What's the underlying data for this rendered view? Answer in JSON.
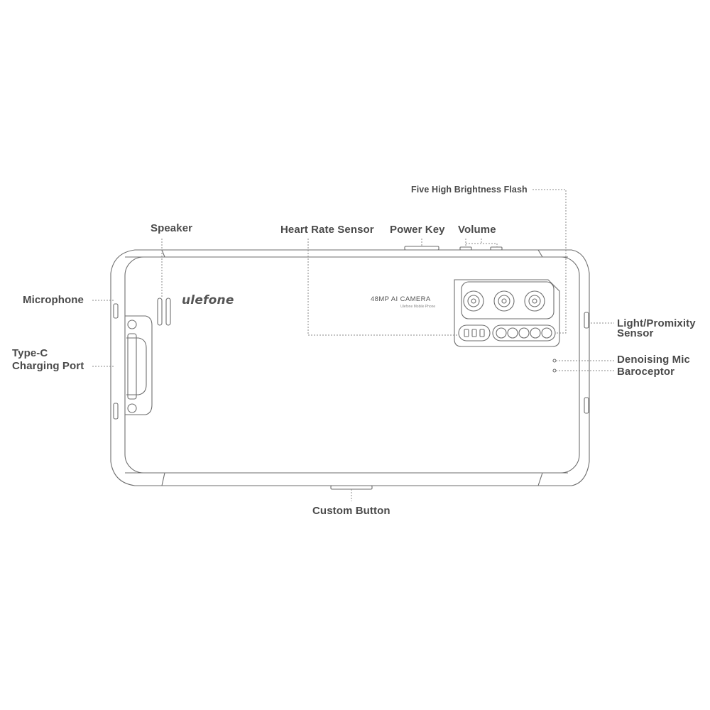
{
  "brand": "ulefone",
  "camera": {
    "title": "48MP AI CAMERA",
    "subtitle": "Ulefone Mobile Phone"
  },
  "labels": {
    "speaker": "Speaker",
    "heart_rate_sensor": "Heart Rate Sensor",
    "power_key": "Power Key",
    "volume": "Volume",
    "five_high_brightness_flash": "Five High Brightness Flash",
    "microphone": "Microphone",
    "type_c_line1": "Type-C",
    "type_c_line2": "Charging Port",
    "light_proximity_line1": "Light/Promixity",
    "light_proximity_line2": "Sensor",
    "denoising_mic": "Denoising Mic",
    "baroceptor": "Baroceptor",
    "custom_button": "Custom Button"
  }
}
